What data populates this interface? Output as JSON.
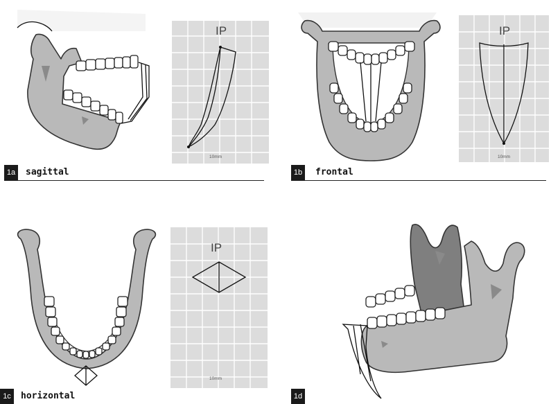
{
  "panels": [
    {
      "id": "1a",
      "label": "sagittal",
      "grid_title": "IP",
      "scale": "10mm"
    },
    {
      "id": "1b",
      "label": "frontal",
      "grid_title": "IP",
      "scale": "10mm"
    },
    {
      "id": "1c",
      "label": "horizontal",
      "grid_title": "IP",
      "scale": "10mm"
    },
    {
      "id": "1d",
      "label": ""
    }
  ],
  "colors": {
    "bone": "#b9b9b9",
    "bone_dark": "#7f7f7f",
    "grid": "#dcdcdc",
    "label_box": "#1a1a1a"
  }
}
